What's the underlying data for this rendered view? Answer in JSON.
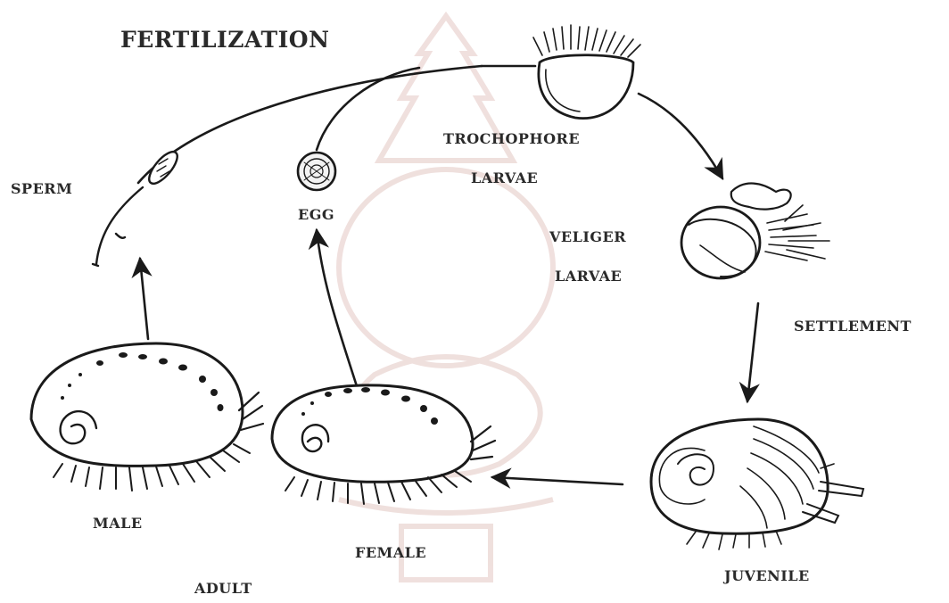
{
  "title": "FERTILIZATION",
  "labels": {
    "trochophore": "TROCHOPHORE",
    "trochophore_larvae": "LARVAE",
    "sperm": "SPERM",
    "egg": "EGG",
    "veliger": "VELIGER",
    "veliger_larvae": "LARVAE",
    "settlement": "SETTLEMENT",
    "male": "MALE",
    "female": "FEMALE",
    "adult": "ADULT",
    "juvenile": "JUVENILE"
  },
  "colors": {
    "ink": "#1a1a1a",
    "label": "#2a2a2a",
    "watermark": "#e9d3d0"
  }
}
